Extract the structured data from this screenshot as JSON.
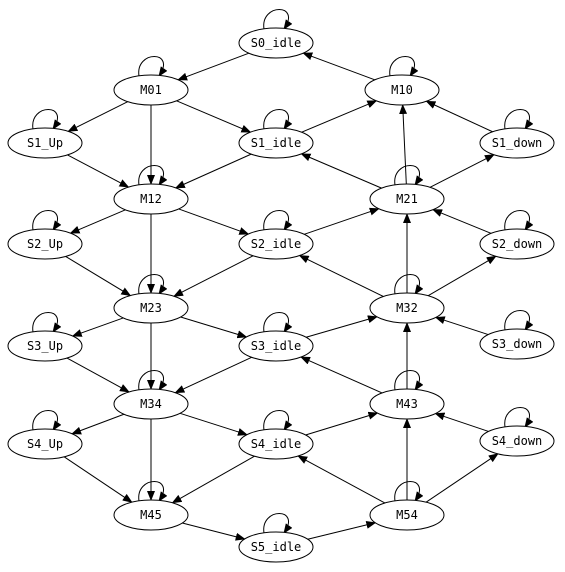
{
  "diagram": {
    "nodes": [
      {
        "id": "S0_idle",
        "label": "S0_idle"
      },
      {
        "id": "M01",
        "label": "M01"
      },
      {
        "id": "M10",
        "label": "M10"
      },
      {
        "id": "S1_Up",
        "label": "S1_Up"
      },
      {
        "id": "S1_idle",
        "label": "S1_idle"
      },
      {
        "id": "S1_down",
        "label": "S1_down"
      },
      {
        "id": "M12",
        "label": "M12"
      },
      {
        "id": "M21",
        "label": "M21"
      },
      {
        "id": "S2_Up",
        "label": "S2_Up"
      },
      {
        "id": "S2_idle",
        "label": "S2_idle"
      },
      {
        "id": "S2_down",
        "label": "S2_down"
      },
      {
        "id": "M23",
        "label": "M23"
      },
      {
        "id": "M32",
        "label": "M32"
      },
      {
        "id": "S3_Up",
        "label": "S3_Up"
      },
      {
        "id": "S3_idle",
        "label": "S3_idle"
      },
      {
        "id": "S3_down",
        "label": "S3_down"
      },
      {
        "id": "M34",
        "label": "M34"
      },
      {
        "id": "M43",
        "label": "M43"
      },
      {
        "id": "S4_Up",
        "label": "S4_Up"
      },
      {
        "id": "S4_idle",
        "label": "S4_idle"
      },
      {
        "id": "S4_down",
        "label": "S4_down"
      },
      {
        "id": "M45",
        "label": "M45"
      },
      {
        "id": "M54",
        "label": "M54"
      },
      {
        "id": "S5_idle",
        "label": "S5_idle"
      }
    ],
    "edges": [
      [
        "S0_idle",
        "M01"
      ],
      [
        "M01",
        "S1_Up"
      ],
      [
        "M01",
        "M12"
      ],
      [
        "M01",
        "S1_idle"
      ],
      [
        "S1_Up",
        "M12"
      ],
      [
        "S1_idle",
        "M12"
      ],
      [
        "S1_idle",
        "M10"
      ],
      [
        "M10",
        "S0_idle"
      ],
      [
        "M21",
        "M10"
      ],
      [
        "M21",
        "S1_idle"
      ],
      [
        "M21",
        "S1_down"
      ],
      [
        "S1_down",
        "M10"
      ],
      [
        "M12",
        "S2_Up"
      ],
      [
        "M12",
        "M23"
      ],
      [
        "M12",
        "S2_idle"
      ],
      [
        "S2_Up",
        "M23"
      ],
      [
        "S2_idle",
        "M23"
      ],
      [
        "S2_idle",
        "M21"
      ],
      [
        "M32",
        "M21"
      ],
      [
        "M32",
        "S2_idle"
      ],
      [
        "M32",
        "S2_down"
      ],
      [
        "S2_down",
        "M21"
      ],
      [
        "M23",
        "S3_Up"
      ],
      [
        "M23",
        "M34"
      ],
      [
        "M23",
        "S3_idle"
      ],
      [
        "S3_Up",
        "M34"
      ],
      [
        "S3_idle",
        "M34"
      ],
      [
        "S3_idle",
        "M32"
      ],
      [
        "M43",
        "M32"
      ],
      [
        "M43",
        "S3_idle"
      ],
      [
        "S3_down",
        "M32"
      ],
      [
        "M34",
        "S4_Up"
      ],
      [
        "M34",
        "M45"
      ],
      [
        "M34",
        "S4_idle"
      ],
      [
        "S4_Up",
        "M45"
      ],
      [
        "S4_idle",
        "M45"
      ],
      [
        "S4_idle",
        "M43"
      ],
      [
        "M54",
        "M43"
      ],
      [
        "M54",
        "S4_idle"
      ],
      [
        "M54",
        "S4_down"
      ],
      [
        "S4_down",
        "M43"
      ],
      [
        "M45",
        "S5_idle"
      ],
      [
        "S5_idle",
        "M54"
      ]
    ]
  }
}
